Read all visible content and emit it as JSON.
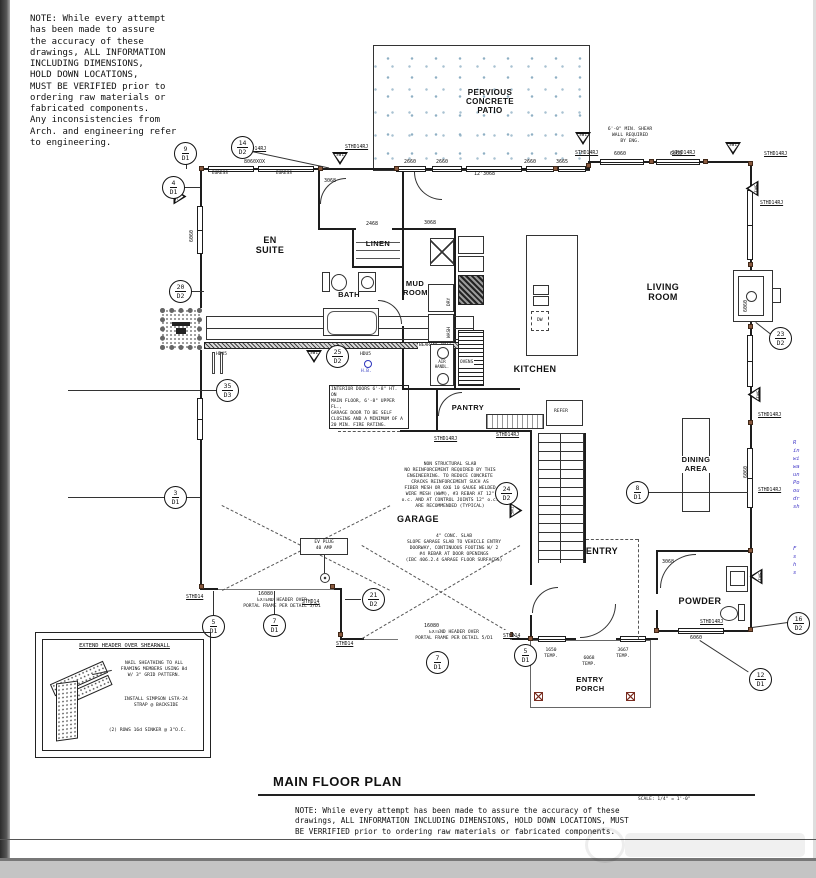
{
  "title_block": {
    "title": "MAIN FLOOR PLAN",
    "scale": "SCALE: 1/4\" = 1'-0\"",
    "note": "NOTE:   While every attempt has been made to assure the accuracy of these\ndrawings, ALL INFORMATION INCLUDING DIMENSIONS, HOLD DOWN LOCATIONS, MUST\nBE VERRIFIED prior to ordering raw materials or fabricated components."
  },
  "notes": {
    "top_left": "NOTE:   While every attempt\n  has been made to assure\n  the accuracy of these\n  drawings, ALL INFORMATION\n  INCLUDING DIMENSIONS,\n  HOLD DOWN LOCATIONS,\n  MUST BE VERIFIED prior to\n  ordering raw materials or\n  fabricated components.\n  Any inconsistencies from\n  Arch. and engineering refer\n  to engineering.",
    "shear_wall": "6'-0\" MIN. SHEAR\nWALL REQUIRED\nBY ENG.",
    "interior_doors": "INTERIOR DOORS 6'-8\" HT. ON\nMAIN FLOOR, 6'-8\" UPPER FL.,\nGARAGE DOOR TO BE SELF\nCLOSING AND A MINIMUM OF A\n20 MIN. FIRE RATING.",
    "slab": "NON STRUCTURAL SLAB\nNO REINFORCEMENT REQUIRED BY THIS\nENGINEERING.  TO REDUCE CONCRETE\nCRACKS REINFORCEMENT SUCH AS\nFIBER MESH OR 6X6 10 GAUGE WELDED\nWIRE MESH (WWM), #3 REBAR AT 12\"\no.c. AND AT CONTROL JOINTS 12\" o.c.\nARE RECOMMENDED (TYPICAL)",
    "garage_slab": "4\" CONC. SLAB\nSLOPE GARAGE SLAB TO VEHICLE ENTRY\nDOORWAY,  CONTINUOUS FOOTING W/ 2\n#4 REBAR AT DOOR OPENINGS\n(IBC 406.2.4 GARAGE FLOOR SURFACES)",
    "portal_left": "EXTEND HEADER OVER\nPORTAL FRAME PER DETAIL 5/D1",
    "portal_right": "EXTEND HEADER OVER\nPORTAL FRAME PER DETAIL 5/D1",
    "bearing_wall": "BEARING WALL",
    "ev_plug": "EV PLUG\n40 AMP"
  },
  "rooms": {
    "patio": "PERVIOUS\nCONCRETE\nPATIO",
    "en_suite": "EN\nSUITE",
    "linen": "LINEN",
    "bath": "BATH",
    "mud_room": "MUD\nROOM",
    "kitchen": "KITCHEN",
    "living_room": "LIVING\nROOM",
    "pantry": "PANTRY",
    "dining_area": "DINING\nAREA",
    "garage": "GARAGE",
    "entry": "ENTRY",
    "powder": "POWDER",
    "entry_porch": "ENTRY\nPORCH"
  },
  "fixtures": {
    "dry": "DRY",
    "wash": "WASH",
    "ovens": "OVENS",
    "air_handler": "AIR\nHANDL.",
    "refer": "REFER",
    "dw": "DW",
    "hb": "H.B."
  },
  "markers": {
    "sw": "SW1",
    "strap_rj": "STHD14RJ",
    "strap": "STHD14",
    "egress": "EGRESS",
    "hdu": "HDU5"
  },
  "dims": {
    "win_egress": "8060XOX",
    "t1": "2660",
    "t2": "2660",
    "t3": "12'3068",
    "t4": "2660",
    "t5": "3665",
    "tr1": "6060",
    "tr2": "6060",
    "r1": "6060",
    "r2": "6060",
    "l1": "6060",
    "d_hall": "3068",
    "d_linen": "2468",
    "d_mud": "3068",
    "d_powder": "3068",
    "g1": "16080",
    "g2": "16080",
    "powder_win": "6060",
    "e1": "1650\nTEMP.",
    "e2": "6068\nTEMP.",
    "e3": "3667\nTEMP."
  },
  "callouts": [
    {
      "num": "9",
      "sheet": "D1"
    },
    {
      "num": "14",
      "sheet": "D2"
    },
    {
      "num": "4",
      "sheet": "D1"
    },
    {
      "num": "20",
      "sheet": "D2"
    },
    {
      "num": "25",
      "sheet": "D2"
    },
    {
      "num": "35",
      "sheet": "D3"
    },
    {
      "num": "3",
      "sheet": "D1"
    },
    {
      "num": "24",
      "sheet": "D2"
    },
    {
      "num": "8",
      "sheet": "D1"
    },
    {
      "num": "23",
      "sheet": "D2"
    },
    {
      "num": "21",
      "sheet": "D2"
    },
    {
      "num": "5",
      "sheet": "D1"
    },
    {
      "num": "7",
      "sheet": "D1"
    },
    {
      "num": "5",
      "sheet": "D1"
    },
    {
      "num": "7",
      "sheet": "D1"
    },
    {
      "num": "12",
      "sheet": "D1"
    },
    {
      "num": "16",
      "sheet": "D2"
    }
  ],
  "detail_box": {
    "title": "EXTEND HEADER OVER SHEARWALL",
    "note1": "NAIL SHEATHING TO ALL\nFRAMING MEMBERS USING 8d\nW/ 3\" GRID PATTERN.",
    "note2": "INSTALL SIMPSON LSTA-24\nSTRAP @ BACKSIDE",
    "note3": "(2) ROWS 16d SINKER @ 3\"O.C."
  },
  "margin_notes": {
    "block1": "R\nin\nwi\nwa\nun\nPo\nou\ndr\nsh",
    "block2": "F\ns\nh\ns"
  },
  "colors": {
    "line": "#1d1d1d",
    "holdown_brown": "#8a5a3f",
    "post_red": "#7a2e21",
    "patio_dot_blue": "#8fb0c4",
    "margin_note_blue": "#463cc9",
    "hb_blue": "#2b34bd"
  }
}
